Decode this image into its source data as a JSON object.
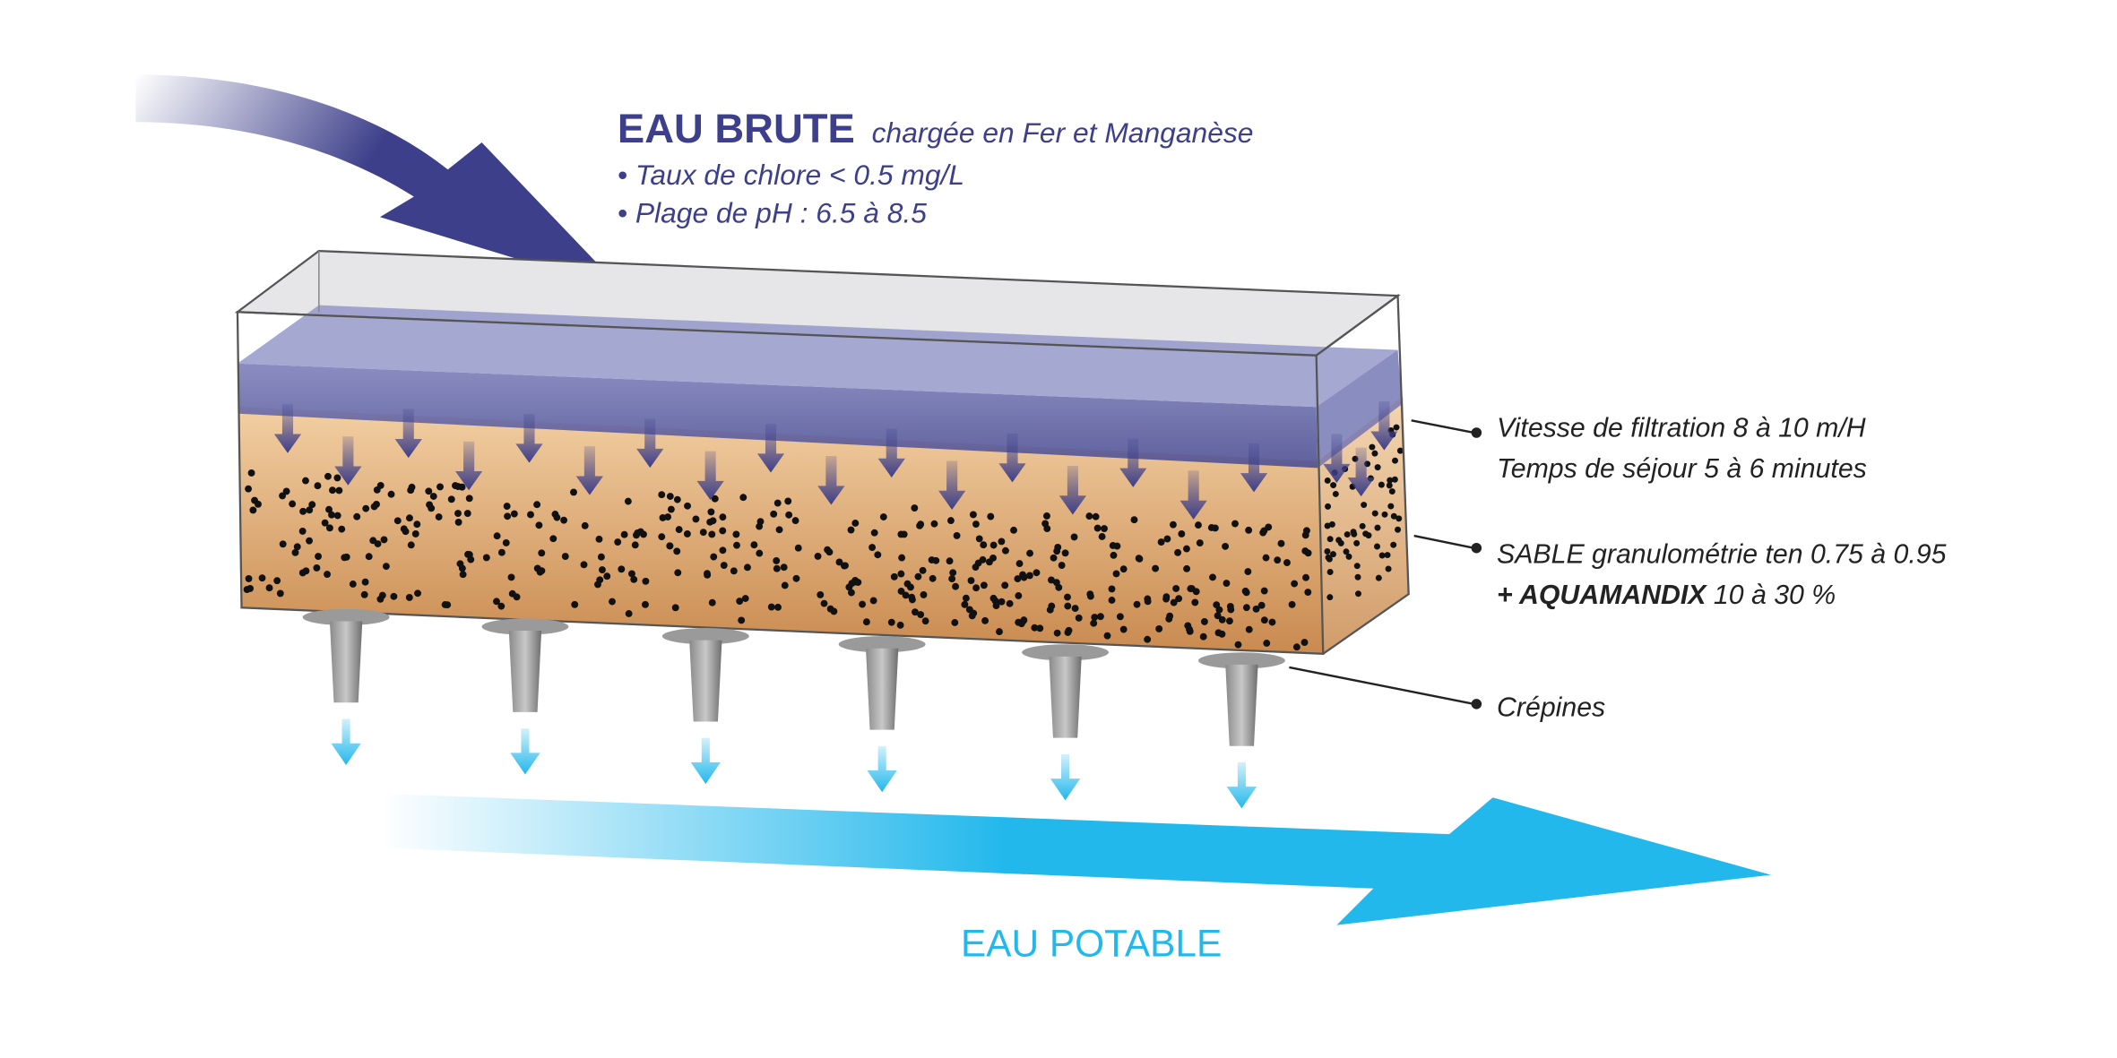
{
  "inflow": {
    "title": "EAU BRUTE",
    "subtitle": "chargée en Fer et Manganèse",
    "bullets": [
      "• Taux de chlore < 0.5 mg/L",
      "• Plage de pH : 6.5 à 8.5"
    ]
  },
  "labels": {
    "filtration_speed": "Vitesse de filtration 8 à 10 m/H",
    "residence_time": "Temps de séjour 5 à 6 minutes",
    "sand": "SABLE granulométrie ten 0.75 à 0.95",
    "additive_prefix": "+ AQUAMANDIX",
    "additive_rest": " 10 à 30 %",
    "strainers": "Crépines"
  },
  "outflow": {
    "title": "EAU POTABLE"
  },
  "colors": {
    "raw_water": "#3d3f8a",
    "potable_water": "#22b8ec",
    "sand_top": "#f2cfa3",
    "sand_bottom": "#c98a4f",
    "text": "#222222"
  }
}
